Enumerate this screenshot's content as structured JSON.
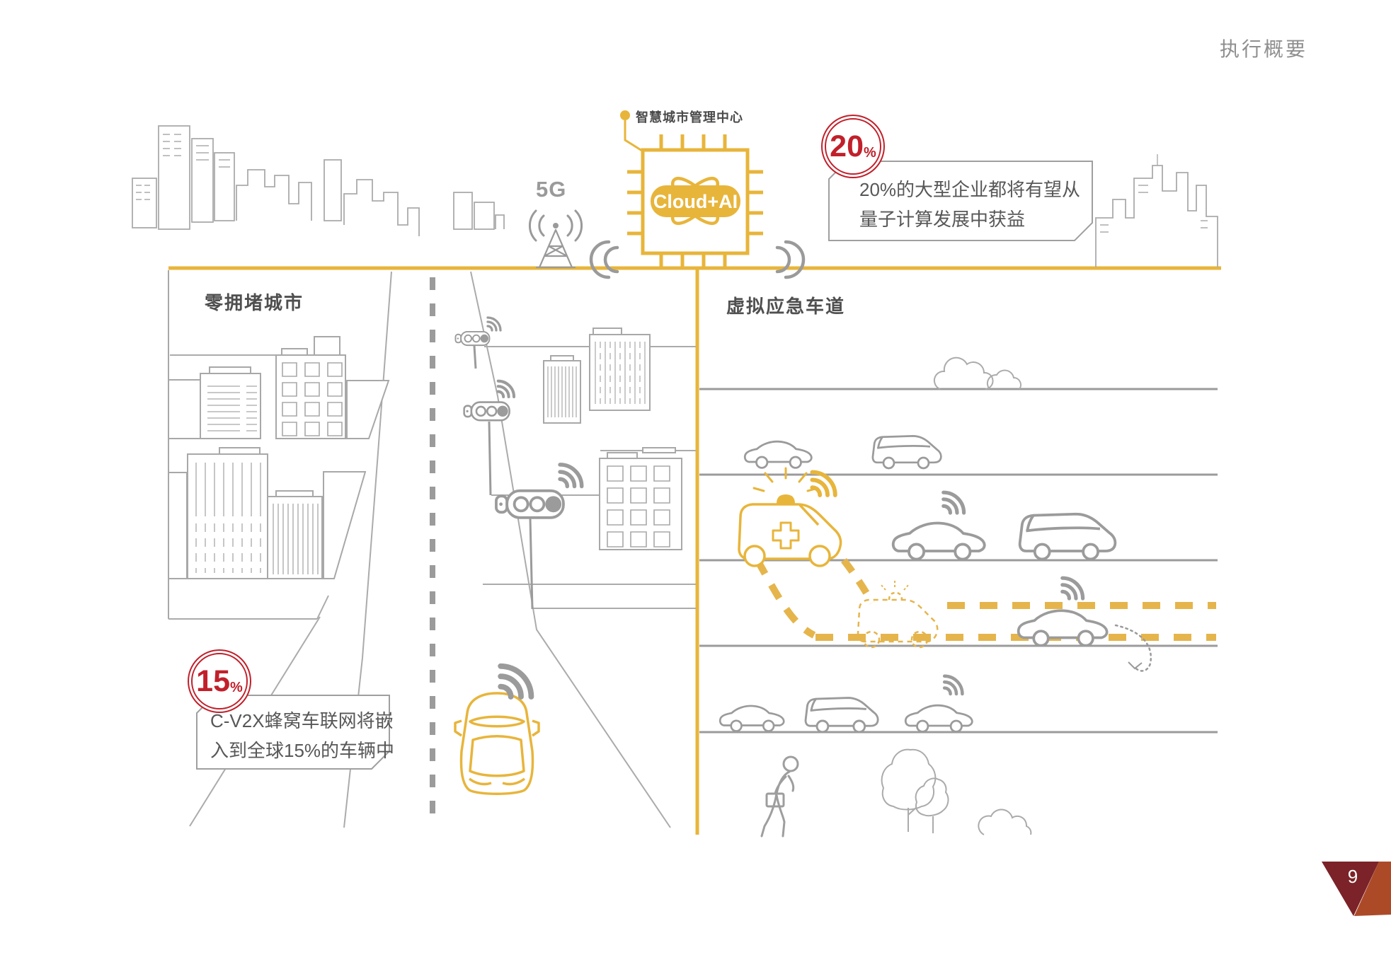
{
  "page": {
    "header": "执行概要",
    "page_number": "9"
  },
  "hub": {
    "label": "智慧城市管理中心",
    "tower_label": "5G",
    "chip_label": "Cloud+AI"
  },
  "sections": {
    "left_title": "零拥堵城市",
    "right_title": "虚拟应急车道"
  },
  "stats": {
    "quantum": {
      "value": "20",
      "unit": "%",
      "line1": "20%的大型企业都将有望从",
      "line2": "量子计算发展中获益"
    },
    "cv2x": {
      "value": "15",
      "unit": "%",
      "line1": "C-V2X蜂窝车联网将嵌",
      "line2": "入到全球15%的车辆中"
    }
  },
  "colors": {
    "accent_yellow": "#E8B53B",
    "stat_red": "#C1202B",
    "line_gray": "#9B9B9B",
    "text_gray": "#575757",
    "flag_maroon": "#7B2328",
    "flag_rust": "#AC4A28"
  },
  "icons": {
    "wifi": "signal-arcs",
    "chip": "cpu-square",
    "atom": "crossed-ellipses",
    "traffic_light": "horizontal-traffic-light",
    "ambulance": "ambulance-van",
    "cloud": "cloud-outline",
    "tree": "tree-outline",
    "pedestrian": "walking-person",
    "merge_arrow": "dotted-curl-arrow"
  }
}
